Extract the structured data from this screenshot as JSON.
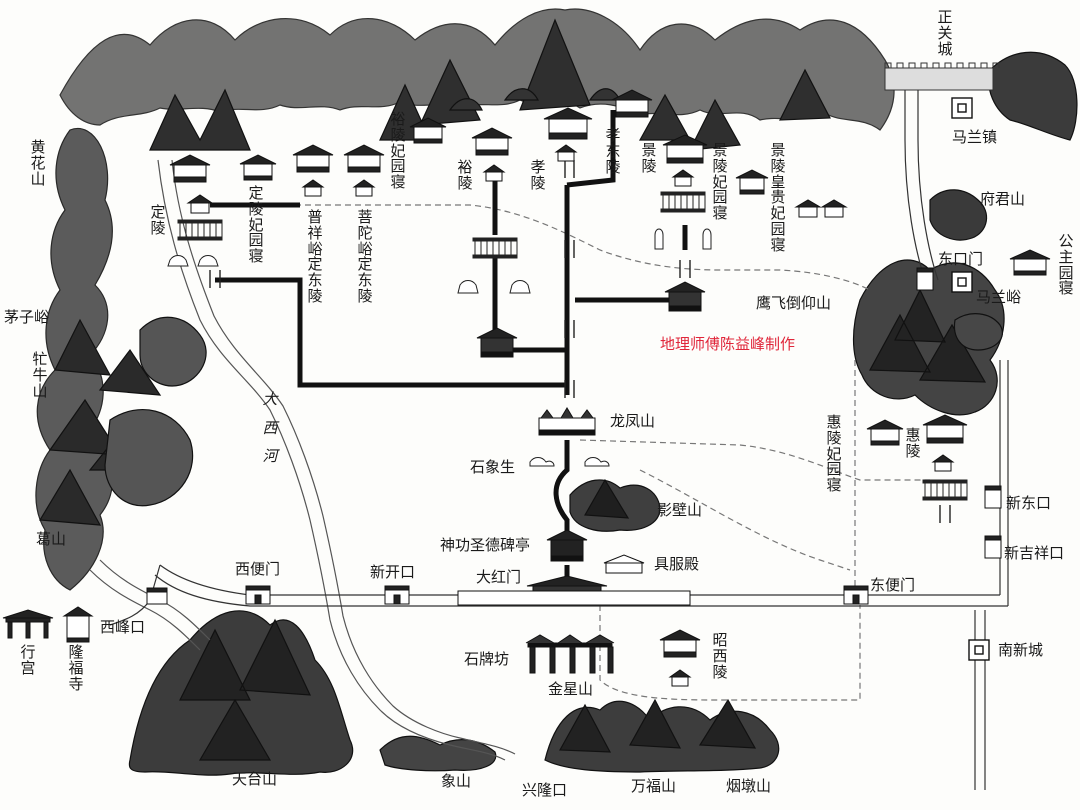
{
  "credit": "地理师傅陈益峰制作",
  "labels": {
    "huanghuashan": "黄花山",
    "maoziyu": "茅子峪",
    "zhenniushan": "牤牛山",
    "geshan": "葛山",
    "xingong": "行宫",
    "longfusi": "隆福寺",
    "xifengkou": "西峰口",
    "xibianmen": "西便门",
    "xinkaikou": "新开口",
    "dahongmen": "大红门",
    "dongbianmen": "东便门",
    "xindongkou": "新东口",
    "xinjixiangkou": "新吉祥口",
    "nanxincheng": "南新城",
    "dongkoumen": "东口门",
    "malanyu": "马兰峪",
    "malanzhen": "马兰镇",
    "fujunshan": "府君山",
    "zhengguancheng": "正关城",
    "gongzhuyuanqin": "公主园寝",
    "yingfeidaoyangshan": "鹰飞倒仰山",
    "longfengshan": "龙凤山",
    "shixiangsheng": "石象生",
    "yingbishan": "影壁山",
    "shengongshengde": "神功圣德碑亭",
    "jufudian": "具服殿",
    "shipaifang": "石牌坊",
    "jinxingshan": "金星山",
    "zhaoxiling": "昭西陵",
    "tiantaishan": "天台山",
    "xiangshan": "象山",
    "xinglongkou": "兴隆口",
    "wanfushan": "万福山",
    "yandunshan": "烟墩山",
    "dadxihe": "大西河",
    "dingling": "定陵",
    "dinglingfeiyuanqin": "定陵妃园寝",
    "puxiangyu": "普祥峪定东陵",
    "putuoyu": "菩陀峪定东陵",
    "yulingfeiyuanqin": "裕陵妃园寝",
    "yuling": "裕陵",
    "xiaoling": "孝陵",
    "xiaodongling": "孝东陵",
    "jingling": "景陵",
    "jinglingfeiyuanqin": "景陵妃园寝",
    "jinglinghuangguifei": "景陵皇贵妃园寝",
    "huiling": "惠陵",
    "huilingfeiyuanqin": "惠陵妃园寝"
  }
}
